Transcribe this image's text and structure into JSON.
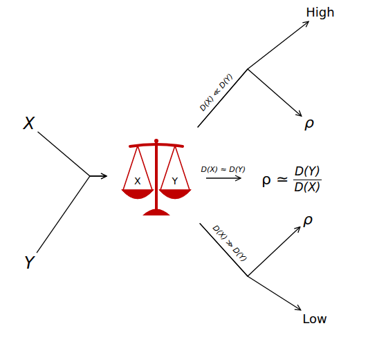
{
  "diagram": {
    "nodes": [
      {
        "text": [
          "X"
        ]
      },
      {
        "text": [
          "Y"
        ]
      },
      {
        "text": [
          "X",
          "Y"
        ]
      },
      {
        "text": [
          "High"
        ]
      },
      {
        "text": [
          "ρ"
        ]
      },
      {
        "text": [
          "ρ ≃",
          "D(Y)",
          "D(X)"
        ]
      },
      {
        "text": [
          "ρ"
        ]
      },
      {
        "text": [
          "Low"
        ]
      }
    ],
    "edges": [
      {
        "from": 0,
        "to": 2,
        "arrow": "to"
      },
      {
        "from": 1,
        "to": 2,
        "arrow": "to"
      },
      {
        "from": 2,
        "to": 3,
        "arrow": "to",
        "label": "D(X) ≪ D(Y)"
      },
      {
        "from": 2,
        "to": 4,
        "arrow": "to"
      },
      {
        "from": 2,
        "to": 5,
        "arrow": "to",
        "label": "D(X) ≈ D(Y)"
      },
      {
        "from": 2,
        "to": 6,
        "arrow": "to",
        "label": "D(X) ≫ D(Y)"
      },
      {
        "from": 2,
        "to": 7,
        "arrow": "to"
      }
    ]
  }
}
